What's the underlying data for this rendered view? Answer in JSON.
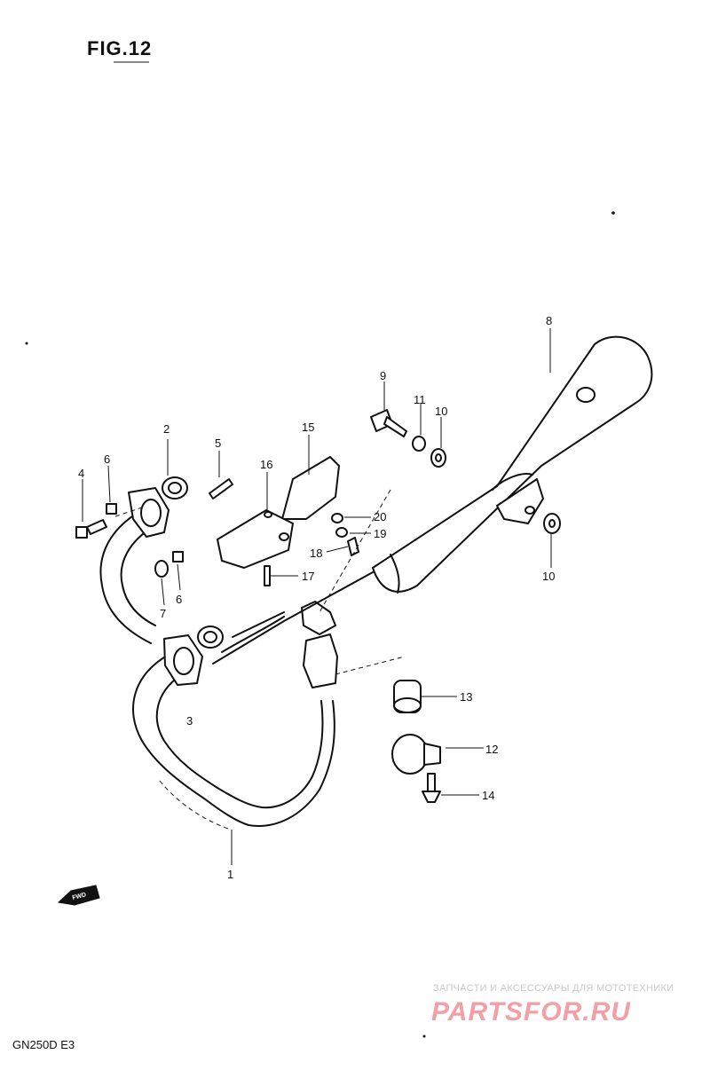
{
  "figure": {
    "title": "FIG.12",
    "model": "GN250D E3",
    "fwd_label": "FWD"
  },
  "callouts": [
    "1",
    "2",
    "3",
    "4",
    "5",
    "6",
    "6",
    "7",
    "8",
    "9",
    "10",
    "10",
    "11",
    "12",
    "13",
    "14",
    "15",
    "16",
    "17",
    "18",
    "19",
    "20"
  ],
  "watermark": {
    "line1": "ЗАПЧАСТИ И АКСЕССУАРЫ ДЛЯ МОТОТЕХНИКИ",
    "logo": "PARTSFOR.RU",
    "logo_color": "#f2a0a6"
  }
}
